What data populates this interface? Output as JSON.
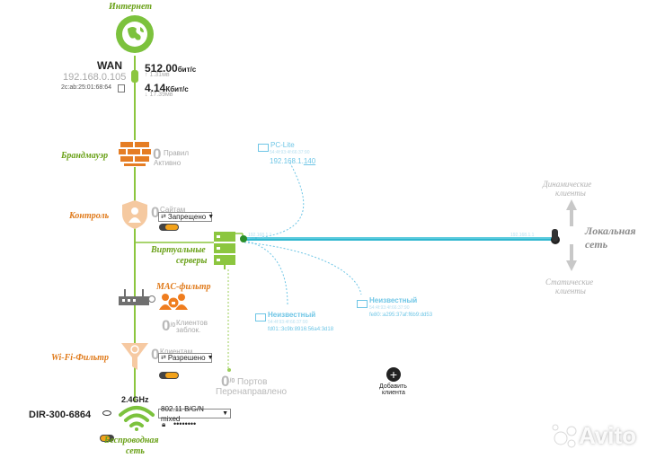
{
  "internet": {
    "label": "Интернет",
    "icon": "globe-icon"
  },
  "wan": {
    "title": "WAN",
    "ip": "192.168.0.105",
    "mac": "2c:ab:25:01:68:64",
    "down_rate": "512.00",
    "down_unit": "бит/с",
    "down_total": "↑ 1.31мв",
    "up_rate": "4.14",
    "up_unit": "Кбит/с",
    "up_total": "↓ 17.39мв"
  },
  "firewall": {
    "label": "Брандмауэр",
    "count": "0",
    "line1": "Правил",
    "line2": "Активно",
    "icon": "brick-wall-icon"
  },
  "control": {
    "label": "Контроль",
    "count": "0",
    "line1": "Сайтам",
    "select": "Запрещено",
    "icon": "parental-shield-icon"
  },
  "virtual_servers": {
    "label_line1": "Виртуальные",
    "label_line2": "серверы",
    "icon": "server-stack-icon"
  },
  "mac_filter": {
    "label": "МАС-фильтр",
    "count": "0",
    "count_sup": "/0",
    "line1": "Клиентов",
    "line2": "заблок.",
    "icon": "users-block-icon"
  },
  "wifi_filter": {
    "label": "Wi-Fi-Фильтр",
    "count": "0",
    "line1": "Клиентам",
    "select": "Разрешено",
    "icon": "funnel-icon"
  },
  "ports": {
    "count": "0",
    "count_sup": "/0",
    "line1": "Портов",
    "line2": "Перенаправлено"
  },
  "wireless": {
    "band": "2.4GHz",
    "ssid": "DIR-300-6864",
    "mode": "802.11 B/G/N mixed",
    "password": "••••••••",
    "label_line1": "Беспроводная",
    "label_line2": "сеть",
    "icon": "wifi-icon"
  },
  "lan": {
    "label_line1": "Локальная",
    "label_line2": "сеть",
    "dynamic_line1": "Динамические",
    "dynamic_line2": "клиенты",
    "static_line1": "Статические",
    "static_line2": "клиенты",
    "gateway_left": "192.168.1.1",
    "gateway_right": "192.168.1.1",
    "pc_name": "PC-Lite",
    "pc_mac": "54:4f:93:4f:66:37:90",
    "pc_ip_prefix": "192.168.1.",
    "pc_ip_suffix": "140",
    "unknown1_name": "Неизвестный",
    "unknown1_mac": "54:4f:93:4f:66:37:90",
    "unknown1_ip": "fd01::3c9b:8916:56a4:3d18",
    "unknown2_name": "Неизвестный",
    "unknown2_mac": "54:4f:93:4f:66:37:90",
    "unknown2_ip": "fe80::a295:37af:f6b9:dd53",
    "add_client_line1": "Добавить",
    "add_client_line2": "клиента"
  },
  "watermark": "Avito",
  "colors": {
    "green": "#6aa118",
    "orange": "#e07b1c",
    "cyan": "#32b9cf",
    "grey": "#a9a9a9"
  }
}
